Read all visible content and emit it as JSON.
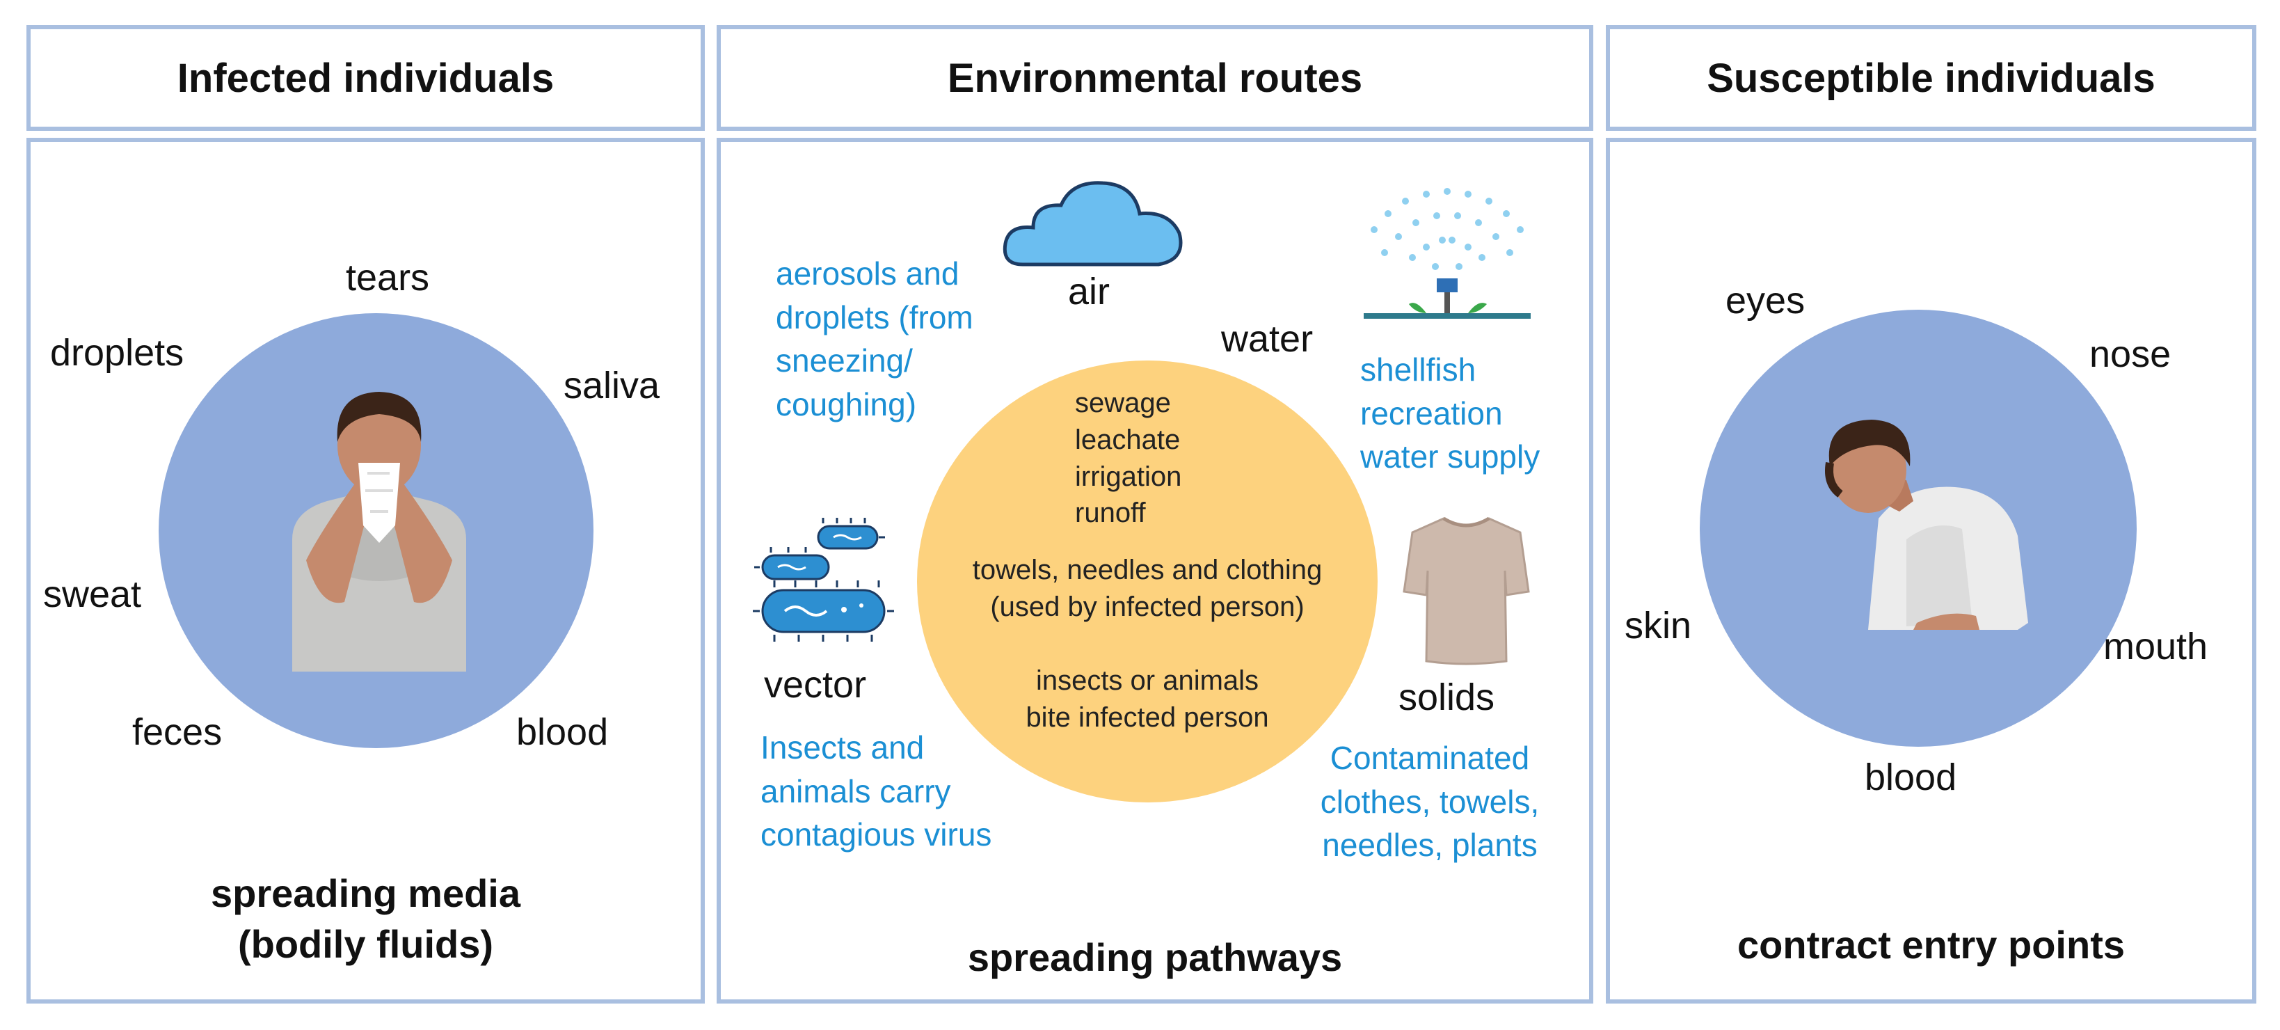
{
  "left": {
    "header": "Infected individuals",
    "media": [
      "tears",
      "droplets",
      "saliva",
      "sweat",
      "feces",
      "blood"
    ],
    "footer_line1": "spreading media",
    "footer_line2": "(bodily fluids)"
  },
  "middle": {
    "header": "Environmental routes",
    "air": {
      "label": "air",
      "desc": [
        "aerosols and",
        "droplets (from",
        "sneezing/",
        "coughing)"
      ]
    },
    "water": {
      "label": "water",
      "desc": [
        "shellfish",
        "recreation",
        "water supply"
      ]
    },
    "vector": {
      "label": "vector",
      "desc": [
        "Insects and",
        "animals carry",
        "contagious virus"
      ]
    },
    "solids": {
      "label": "solids",
      "desc": [
        "Contaminated",
        "clothes, towels,",
        "needles, plants"
      ]
    },
    "circle": {
      "water_items": [
        "sewage",
        "leachate",
        "irrigation",
        "runoff"
      ],
      "solids_items": [
        "towels, needles and clothing",
        "(used by infected person)"
      ],
      "vector_items": [
        "insects or animals",
        "bite infected person"
      ]
    },
    "footer": "spreading pathways"
  },
  "right": {
    "header": "Susceptible individuals",
    "entry_points": [
      "eyes",
      "nose",
      "skin",
      "mouth",
      "blood"
    ],
    "footer": "contract entry points"
  },
  "colors": {
    "border": "#a9bfe0",
    "person_circle": "#8eaadb",
    "route_circle": "#fdd27e",
    "accent_text": "#1b8fd4",
    "cloud": "#6bbef0",
    "microbe": "#2d8fd1"
  },
  "icons": [
    "sneezing-person-icon",
    "cloud-icon",
    "sprinkler-icon",
    "microbe-icon",
    "tshirt-icon",
    "sick-person-icon"
  ]
}
